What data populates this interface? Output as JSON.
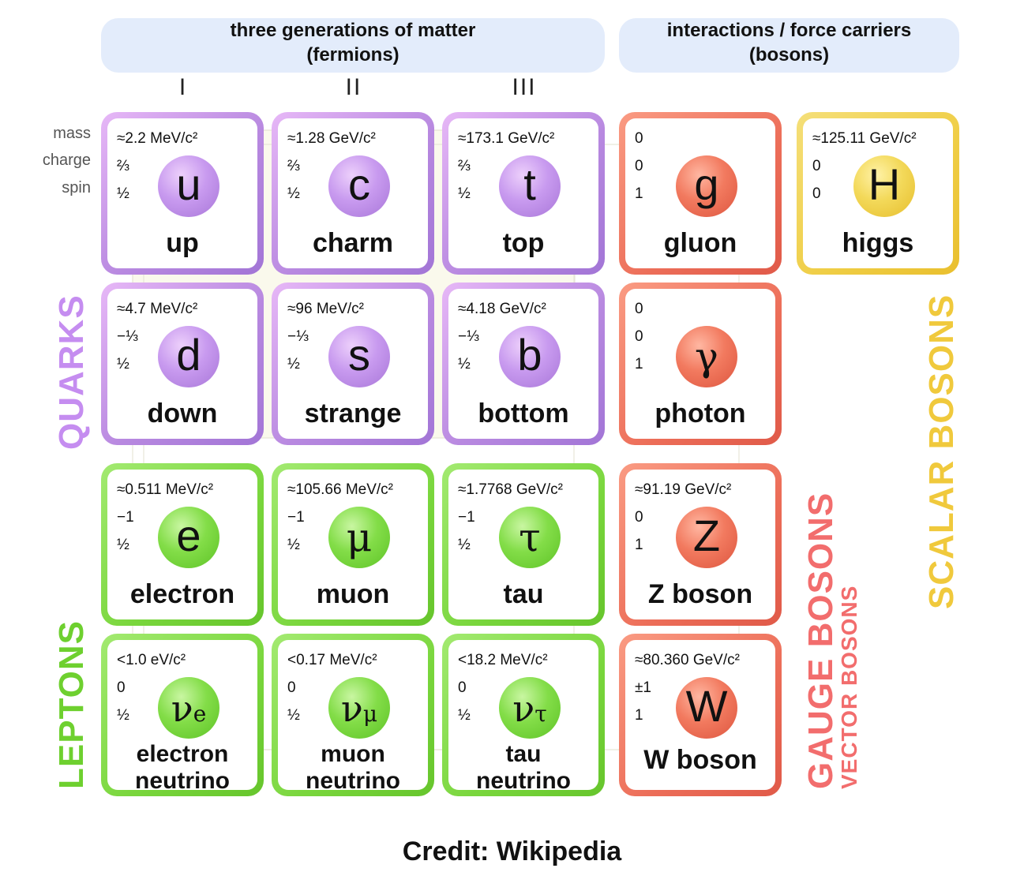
{
  "header": {
    "fermions_line1": "three generations of matter",
    "fermions_line2": "(fermions)",
    "bosons_line1": "interactions / force carriers",
    "bosons_line2": "(bosons)"
  },
  "generations": [
    "I",
    "II",
    "III"
  ],
  "property_labels": {
    "mass": "mass",
    "charge": "charge",
    "spin": "spin"
  },
  "group_labels": {
    "quarks": "QUARKS",
    "leptons": "LEPTONS",
    "gauge_bosons": "GAUGE BOSONS",
    "vector_bosons": "VECTOR BOSONS",
    "scalar_bosons": "SCALAR BOSONS"
  },
  "colors": {
    "quark": "#b889e0",
    "lepton": "#79d63c",
    "gauge": "#ec6d58",
    "scalar": "#efcd44",
    "banner": "#e3ecfb"
  },
  "particles": {
    "up": {
      "mass": "≈2.2 MeV/c²",
      "charge": "⅔",
      "spin": "½",
      "symbol": "u",
      "name": "up"
    },
    "charm": {
      "mass": "≈1.28 GeV/c²",
      "charge": "⅔",
      "spin": "½",
      "symbol": "c",
      "name": "charm"
    },
    "top": {
      "mass": "≈173.1 GeV/c²",
      "charge": "⅔",
      "spin": "½",
      "symbol": "t",
      "name": "top"
    },
    "gluon": {
      "mass": "0",
      "charge": "0",
      "spin": "1",
      "symbol": "g",
      "name": "gluon"
    },
    "higgs": {
      "mass": "≈125.11 GeV/c²",
      "charge": "0",
      "spin": "0",
      "symbol": "H",
      "name": "higgs"
    },
    "down": {
      "mass": "≈4.7 MeV/c²",
      "charge": "−⅓",
      "spin": "½",
      "symbol": "d",
      "name": "down"
    },
    "strange": {
      "mass": "≈96 MeV/c²",
      "charge": "−⅓",
      "spin": "½",
      "symbol": "s",
      "name": "strange"
    },
    "bottom": {
      "mass": "≈4.18 GeV/c²",
      "charge": "−⅓",
      "spin": "½",
      "symbol": "b",
      "name": "bottom"
    },
    "photon": {
      "mass": "0",
      "charge": "0",
      "spin": "1",
      "symbol": "γ",
      "name": "photon"
    },
    "electron": {
      "mass": "≈0.511 MeV/c²",
      "charge": "−1",
      "spin": "½",
      "symbol": "e",
      "name": "electron"
    },
    "muon": {
      "mass": "≈105.66 MeV/c²",
      "charge": "−1",
      "spin": "½",
      "symbol": "μ",
      "name": "muon"
    },
    "tau": {
      "mass": "≈1.7768 GeV/c²",
      "charge": "−1",
      "spin": "½",
      "symbol": "τ",
      "name": "tau"
    },
    "zboson": {
      "mass": "≈91.19 GeV/c²",
      "charge": "0",
      "spin": "1",
      "symbol": "Z",
      "name": "Z boson"
    },
    "nu_e": {
      "mass": "<1.0 eV/c²",
      "charge": "0",
      "spin": "½",
      "symbol": "ν",
      "sub": "e",
      "name_line1": "electron",
      "name_line2": "neutrino"
    },
    "nu_mu": {
      "mass": "<0.17 MeV/c²",
      "charge": "0",
      "spin": "½",
      "symbol": "ν",
      "sub": "μ",
      "name_line1": "muon",
      "name_line2": "neutrino"
    },
    "nu_tau": {
      "mass": "<18.2 MeV/c²",
      "charge": "0",
      "spin": "½",
      "symbol": "ν",
      "sub": "τ",
      "name_line1": "tau",
      "name_line2": "neutrino"
    },
    "wboson": {
      "mass": "≈80.360 GeV/c²",
      "charge": "±1",
      "spin": "1",
      "symbol": "W",
      "name": "W boson"
    }
  },
  "credit": "Credit: Wikipedia"
}
